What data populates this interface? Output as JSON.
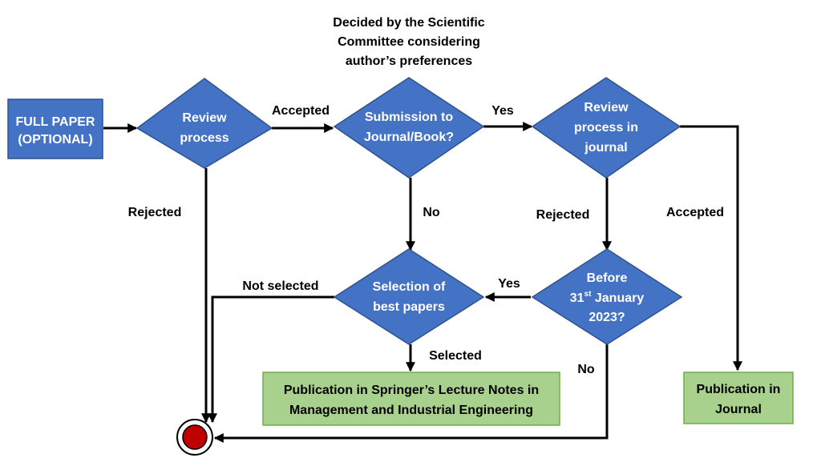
{
  "header_note": {
    "line1": "Decided by the Scientific",
    "line2": "Committee considering",
    "line3": "author’s preferences"
  },
  "nodes": {
    "full_paper": {
      "line1": "FULL PAPER",
      "line2": "(OPTIONAL)"
    },
    "review_process": {
      "line1": "Review",
      "line2": "process"
    },
    "submission": {
      "line1": "Submission to",
      "line2": "Journal/Book?"
    },
    "review_journal": {
      "line1": "Review",
      "line2": "process in",
      "line3": "journal"
    },
    "selection": {
      "line1": "Selection of",
      "line2": "best papers"
    },
    "before_date": {
      "line1": "Before",
      "line2_day": "31",
      "line2_sup": "st",
      "line2_rest": " January",
      "line3": "2023?"
    },
    "springer": {
      "line1": "Publication in Springer’s Lecture Notes in",
      "line2": "Management and Industrial Engineering"
    },
    "pub_journal": {
      "line1": "Publication in",
      "line2": "Journal"
    }
  },
  "edge_labels": {
    "accepted_1": "Accepted",
    "yes_1": "Yes",
    "rejected_1": "Rejected",
    "no_1": "No",
    "rejected_2": "Rejected",
    "accepted_2": "Accepted",
    "not_selected": "Not selected",
    "yes_2": "Yes",
    "selected": "Selected",
    "no_2": "No"
  },
  "colors": {
    "diamond_fill": "#4472c4",
    "diamond_stroke": "#2f528f",
    "box_fill": "#4472c4",
    "green_fill": "#a9d18e",
    "green_stroke": "#70ad47",
    "end_fill": "#c00000"
  }
}
